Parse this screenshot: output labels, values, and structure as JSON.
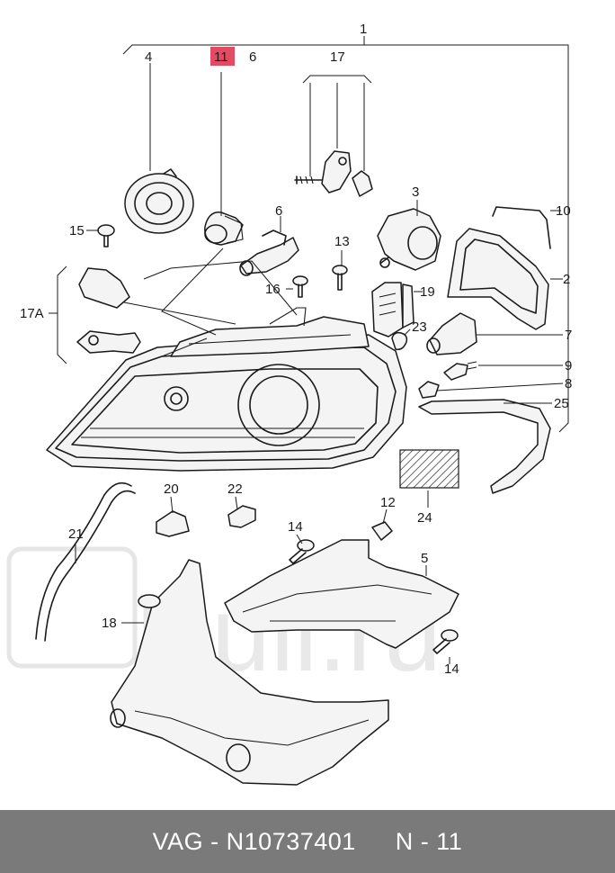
{
  "diagram": {
    "highlight_color": "#e24b63",
    "highlighted_part": "11",
    "callouts": [
      "1",
      "2",
      "3",
      "4",
      "5",
      "6",
      "6",
      "7",
      "8",
      "9",
      "10",
      "11",
      "12",
      "13",
      "14",
      "14",
      "15",
      "16",
      "17",
      "17A",
      "18",
      "19",
      "20",
      "21",
      "22",
      "23",
      "24",
      "25"
    ],
    "watermark": "Ruli.ru",
    "watermark_color": "#e6e6e6"
  },
  "footer": {
    "brand_part": "VAG - N10737401",
    "callout_ref": "N - 11",
    "background": "#7a7a7a"
  }
}
